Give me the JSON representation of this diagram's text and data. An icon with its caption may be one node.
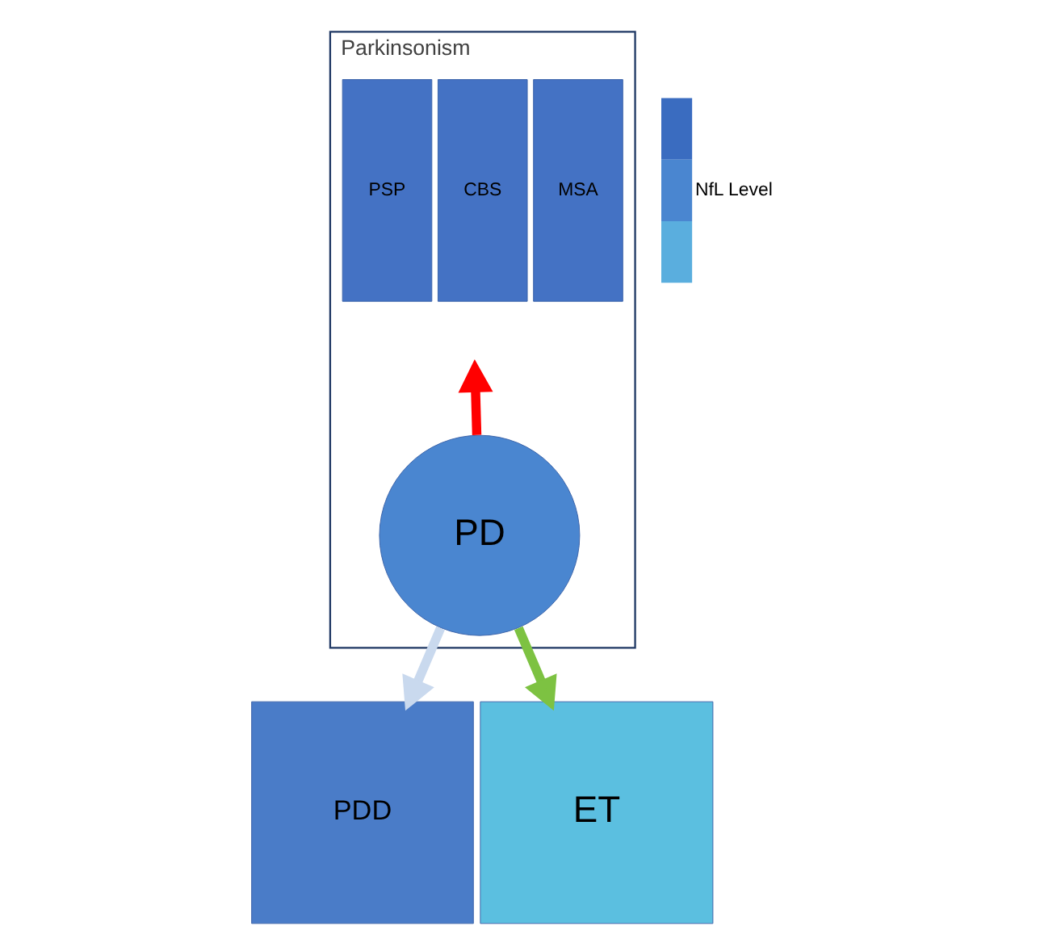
{
  "diagram": {
    "nodes": [
      {
        "text": [
          "Parkinsonism"
        ]
      },
      {
        "text": [
          "PSP"
        ],
        "in": 0
      },
      {
        "text": [
          "CBS"
        ],
        "in": 0
      },
      {
        "text": [
          "MSA"
        ],
        "in": 0
      },
      {
        "text": [
          "PD"
        ],
        "in": 0
      },
      {
        "text": [
          "PDD"
        ]
      },
      {
        "text": [
          "ET"
        ]
      }
    ],
    "edges": [
      {
        "from": 4,
        "to": null,
        "arrow": "to",
        "color": "#ff0000"
      },
      {
        "from": 4,
        "to": 5,
        "arrow": "to",
        "color": "#c9d9ee"
      },
      {
        "from": 4,
        "to": 6,
        "arrow": "to",
        "color": "#7dc242"
      }
    ],
    "labels": [
      "NfL Level"
    ]
  }
}
